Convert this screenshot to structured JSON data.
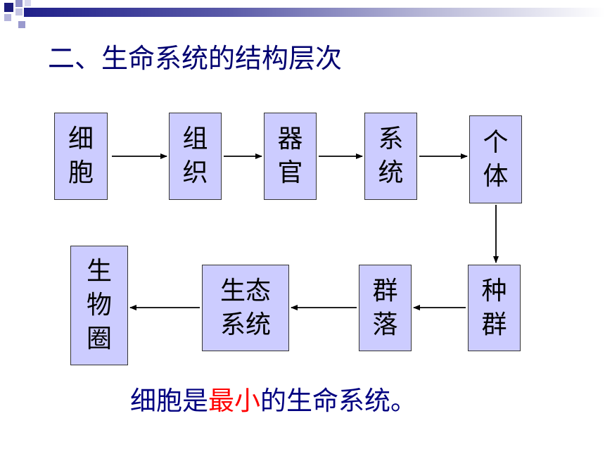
{
  "title": "二、生命系统的结构层次",
  "boxes": {
    "cell": [
      "细",
      "胞"
    ],
    "tissue": [
      "组",
      "织"
    ],
    "organ": [
      "器",
      "官"
    ],
    "system": [
      "系",
      "统"
    ],
    "individual": [
      "个",
      "体"
    ],
    "population": [
      "种",
      "群"
    ],
    "community": [
      "群",
      "落"
    ],
    "ecosystem": [
      "生态",
      "系统"
    ],
    "biosphere": [
      "生",
      "物",
      "圈"
    ]
  },
  "caption": {
    "before": "细胞是",
    "highlight": "最小",
    "after": "的生命系统。",
    "highlight_color": "#ff0000"
  },
  "colors": {
    "title": "#000070",
    "box_fill": "#ccccff",
    "caption": "#000080"
  }
}
